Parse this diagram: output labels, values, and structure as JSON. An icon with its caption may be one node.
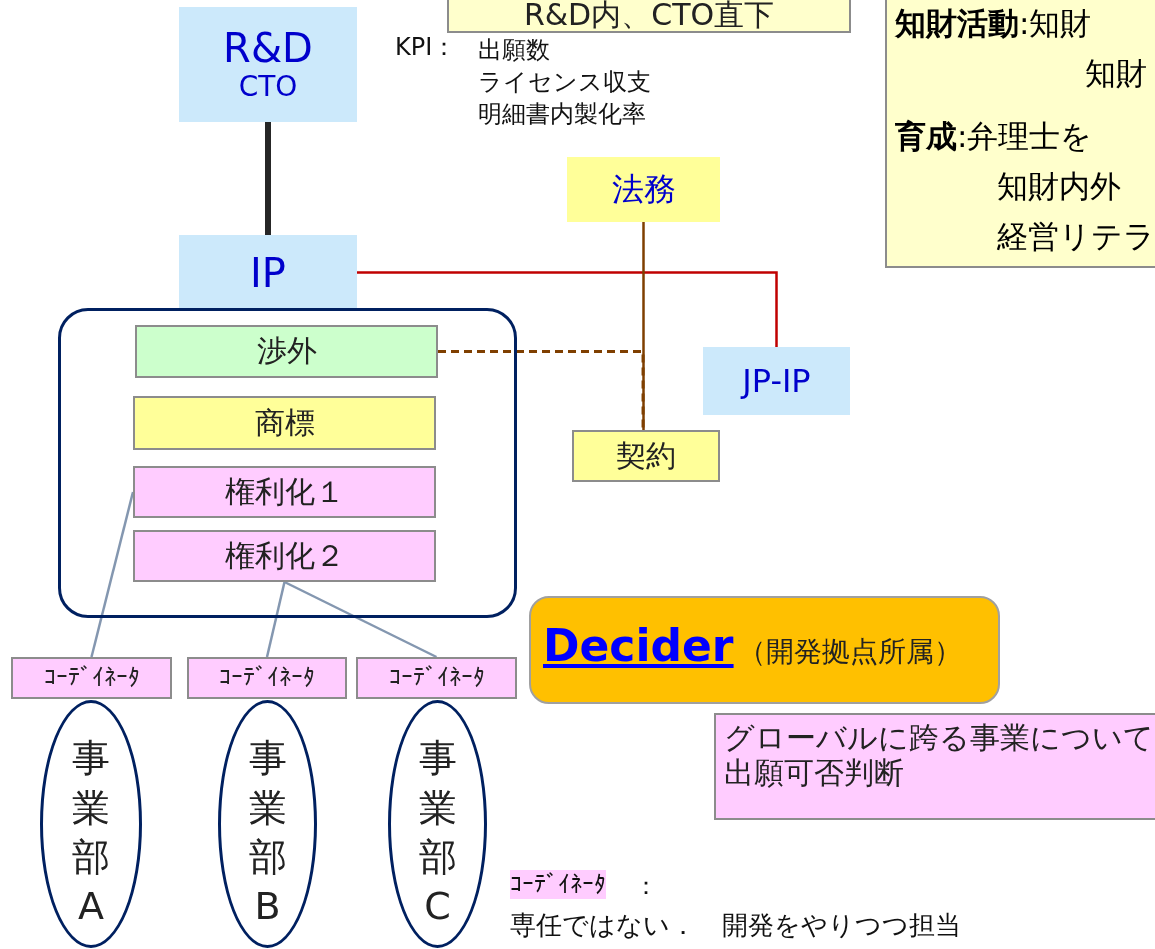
{
  "diagram": {
    "nodes": [
      {
        "text": [
          "R&D",
          "CTO"
        ]
      },
      {
        "text": [
          "R&D内、CTO直下"
        ]
      },
      {
        "text": [
          "**知財活動**:知財",
          "知財",
          "**育成**:弁理士を",
          "知財内外",
          "経営リテラ"
        ]
      },
      {
        "text": [
          "法務"
        ]
      },
      {
        "text": [
          "IP"
        ]
      },
      {
        "text": [],
        "shape": "box"
      },
      {
        "text": [
          "渉外"
        ],
        "in": 5
      },
      {
        "text": [
          "商標"
        ],
        "in": 5
      },
      {
        "text": [
          "権利化１"
        ],
        "in": 5
      },
      {
        "text": [
          "権利化２"
        ],
        "in": 5
      },
      {
        "text": [
          "JP-IP"
        ]
      },
      {
        "text": [
          "契約"
        ]
      },
      {
        "text": [
          "Decider",
          "（開発拠点所属）"
        ]
      },
      {
        "text": [
          "グローバルに跨る事業について出願可否判断"
        ]
      },
      {
        "text": [
          "ｺｰﾃﾞｲﾈｰﾀ"
        ]
      },
      {
        "text": [
          "ｺｰﾃﾞｲﾈｰﾀ"
        ]
      },
      {
        "text": [
          "ｺｰﾃﾞｲﾈｰﾀ"
        ]
      },
      {
        "text": [
          "事業部A"
        ]
      },
      {
        "text": [
          "事業部B"
        ]
      },
      {
        "text": [
          "事業部C"
        ]
      }
    ],
    "edges": [
      {
        "from": 0,
        "to": 4,
        "arrow": "none",
        "style": "thick",
        "color": "#262626"
      },
      {
        "from": 4,
        "to": 10,
        "arrow": "none",
        "color": "#c00000"
      },
      {
        "from": 3,
        "to": 11,
        "arrow": "none",
        "color": "#7f3f00"
      },
      {
        "from": 6,
        "to": 11,
        "arrow": "none",
        "style": "dashed",
        "color": "#7f3f00"
      },
      {
        "from": 8,
        "to": 14,
        "arrow": "none"
      },
      {
        "from": 9,
        "to": 15,
        "arrow": "none"
      },
      {
        "from": 9,
        "to": 16,
        "arrow": "none"
      }
    ],
    "labels": [
      "KPI：",
      "出願数",
      "ライセンス収支",
      "明細書内製化率",
      "ｺｰﾃﾞｲﾈｰﾀ",
      "：",
      "専任ではない．　開発をやりつつ担当"
    ]
  }
}
